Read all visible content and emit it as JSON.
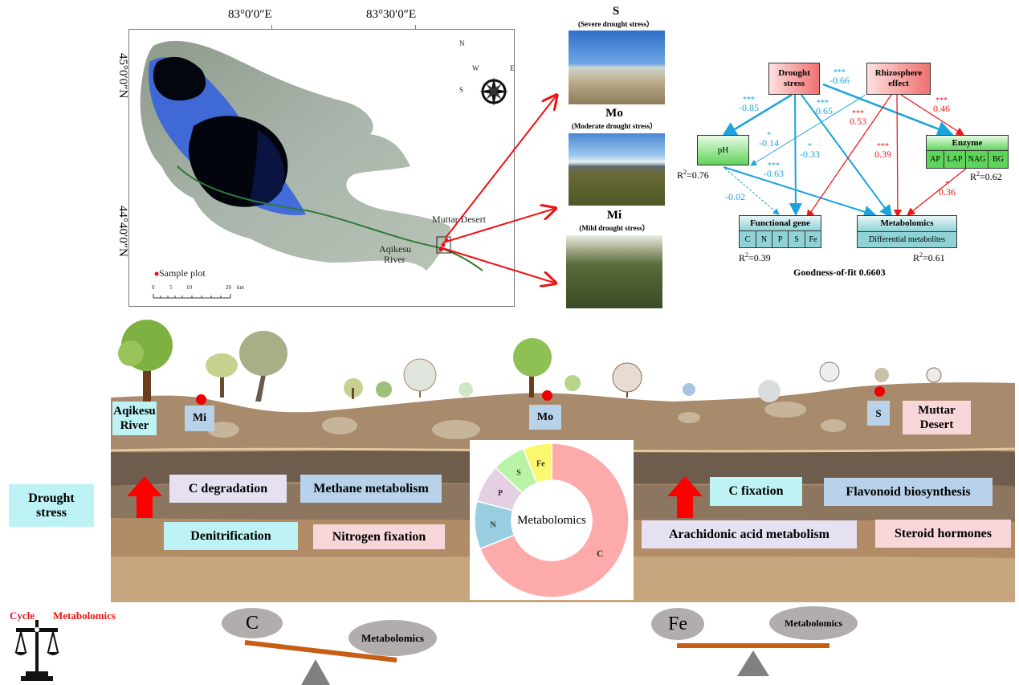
{
  "map": {
    "lon_labels": [
      "83°0′0″E",
      "83°30′0″E"
    ],
    "lat_labels": [
      "45°0′0″N",
      "44°40′0″N"
    ],
    "compass": {
      "n": "N",
      "s": "S",
      "e": "E",
      "w": "W"
    },
    "place_labels": {
      "muttar": "Muttar Desert",
      "aqikesu_1": "Aqikesu",
      "aqikesu_2": "River"
    },
    "legend_label": "Sample plot",
    "scale": {
      "ticks": [
        "0",
        "5",
        "10",
        "20"
      ],
      "unit": "km"
    },
    "colors": {
      "sample_dot": "#ee1111",
      "arrow": "#ee1111"
    }
  },
  "photos": [
    {
      "code": "S",
      "desc": "(Severe drought stress）"
    },
    {
      "code": "Mo",
      "desc": "(Moderate drought stress）"
    },
    {
      "code": "Mi",
      "desc": "(Mild drought stress）"
    }
  ],
  "sem": {
    "nodes": {
      "drought_1": "Drought",
      "drought_2": "stress",
      "rhizo_1": "Rhizosphere",
      "rhizo_2": "effect",
      "ph": "pH",
      "enzyme": "Enzyme",
      "enzyme_sub": [
        "AP",
        "LAP",
        "NAG",
        "BG"
      ],
      "functional": "Functional gene",
      "functional_sub": [
        "C",
        "N",
        "P",
        "S",
        "Fe"
      ],
      "metabolomics": "Metabolomics",
      "metabolomics_sub": "Differential metabolites"
    },
    "paths": [
      {
        "from": "drought",
        "to": "ph",
        "coef": "-0.85",
        "sig": "***",
        "color": "blue"
      },
      {
        "from": "drought",
        "to": "enzyme",
        "coef": "-0.66",
        "sig": "***",
        "color": "blue"
      },
      {
        "from": "drought",
        "to": "metabolomics",
        "coef": "-0.65",
        "sig": "***",
        "color": "blue"
      },
      {
        "from": "drought",
        "to": "functional",
        "coef": "-0.33",
        "sig": "*",
        "color": "blue"
      },
      {
        "from": "rhizosphere",
        "to": "ph",
        "coef": "-0.14",
        "sig": "*",
        "color": "blue"
      },
      {
        "from": "ph",
        "to": "metabolomics",
        "coef": "-0.63",
        "sig": "***",
        "color": "blue"
      },
      {
        "from": "ph",
        "to": "functional",
        "coef": "-0.02",
        "sig": "",
        "color": "blue"
      },
      {
        "from": "rhizosphere",
        "to": "functional",
        "coef": "0.53",
        "sig": "***",
        "color": "red"
      },
      {
        "from": "rhizosphere",
        "to": "metabolomics",
        "coef": "0.39",
        "sig": "***",
        "color": "red"
      },
      {
        "from": "rhizosphere",
        "to": "enzyme",
        "coef": "0.46",
        "sig": "***",
        "color": "red"
      },
      {
        "from": "enzyme",
        "to": "metabolomics",
        "coef": "0.36",
        "sig": "*",
        "color": "red"
      }
    ],
    "r2": {
      "ph": "=0.76",
      "enzyme": "=0.62",
      "functional": "=0.39",
      "metabolomics": "=0.61"
    },
    "r2_prefix": "R",
    "r2_sup": "2",
    "goodness_of_fit": "Goodness-of-fit 0.6603",
    "colors": {
      "negative": "#1aa3dc",
      "positive": "#e81c1c"
    }
  },
  "landscape": {
    "sites": {
      "aqikesu_1": "Aqikesu",
      "aqikesu_2": "River",
      "mi": "Mi",
      "mo": "Mo",
      "s": "S",
      "muttar_1": "Muttar",
      "muttar_2": "Desert"
    },
    "drought_1": "Drought",
    "drought_2": "stress",
    "left_processes": {
      "c_degradation": "C degradation",
      "methane": "Methane metabolism",
      "denitrification": "Denitrification",
      "nitrogen_fixation": "Nitrogen fixation"
    },
    "right_processes": {
      "c_fixation": "C fixation",
      "flavonoid": "Flavonoid biosynthesis",
      "arachidonic": "Arachidonic acid metabolism",
      "steroid": "Steroid hormones"
    }
  },
  "chart_data": {
    "type": "pie",
    "title": "Metabolomics",
    "donut": true,
    "categories": [
      "C",
      "N",
      "P",
      "S",
      "Fe"
    ],
    "values": [
      69,
      10,
      8,
      7,
      6
    ],
    "colors": [
      "#fdaaaa",
      "#98cfe0",
      "#e5cfe2",
      "#b9f3a6",
      "#fbf86f"
    ]
  },
  "balance": {
    "legend_left": "Cycle",
    "legend_right": "Metabolomics",
    "left": {
      "a": "C",
      "b": "Metabolomics"
    },
    "right": {
      "a": "Fe",
      "b": "Metabolomics"
    },
    "colors": {
      "beam": "#c85d14",
      "pivot": "#808080",
      "ellipse": "#b1adad",
      "legend_text": "#ee1111"
    }
  }
}
